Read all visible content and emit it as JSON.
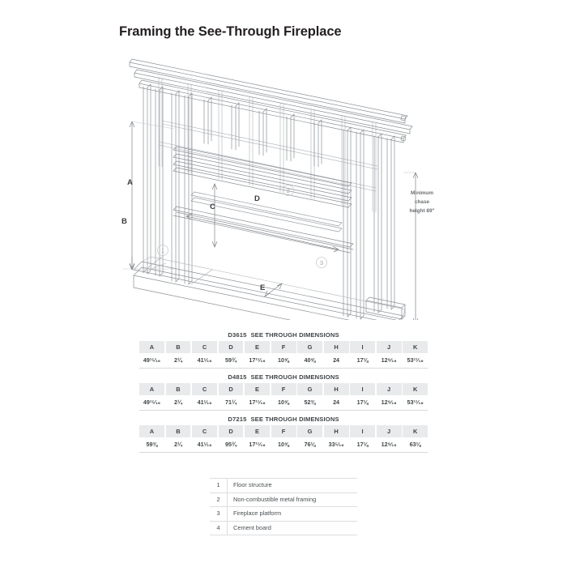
{
  "title": "Framing the See-Through Fireplace",
  "diagram": {
    "labels": {
      "a": "A",
      "b": "B",
      "c": "C",
      "d": "D",
      "e": "E"
    },
    "callouts": [
      {
        "num": "1"
      },
      {
        "num": "2"
      },
      {
        "num": "3"
      }
    ],
    "chase_note_line1": "Minimum",
    "chase_note_line2": "chase",
    "chase_note_line3": "height 89\""
  },
  "tables": [
    {
      "model": "D3615",
      "title": "SEE THROUGH DIMENSIONS",
      "columns": [
        "A",
        "B",
        "C",
        "D",
        "E",
        "F",
        "G",
        "H",
        "I",
        "J",
        "K"
      ],
      "values": [
        "49¹⁵⁄₁₆",
        "2¼",
        "41¹⁄₁₆",
        "59¾",
        "17¹¹⁄₁₆",
        "10⅝",
        "40⅝",
        "24",
        "17⅛",
        "12⁹⁄₁₆",
        "53¹¹⁄₁₆"
      ]
    },
    {
      "model": "D4815",
      "title": "SEE THROUGH DIMENSIONS",
      "columns": [
        "A",
        "B",
        "C",
        "D",
        "E",
        "F",
        "G",
        "H",
        "I",
        "J",
        "K"
      ],
      "values": [
        "49¹⁵⁄₁₆",
        "2¼",
        "41¹⁄₁₆",
        "71¼",
        "17¹¹⁄₁₆",
        "10⅝",
        "52⅜",
        "24",
        "17⅛",
        "12⁹⁄₁₆",
        "53¹¹⁄₁₆"
      ]
    },
    {
      "model": "D7215",
      "title": "SEE THROUGH DIMENSIONS",
      "columns": [
        "A",
        "B",
        "C",
        "D",
        "E",
        "F",
        "G",
        "H",
        "I",
        "J",
        "K"
      ],
      "values": [
        "59⅜",
        "2¼",
        "41¹⁄₁₆",
        "95¾",
        "17¹¹⁄₁₆",
        "10⅝",
        "76⅛",
        "33⁵⁄₁₆",
        "17⅛",
        "12⁹⁄₁₆",
        "63⅛"
      ]
    }
  ],
  "legend": [
    {
      "num": "1",
      "text": "Floor structure"
    },
    {
      "num": "2",
      "text": "Non-combustible metal framing"
    },
    {
      "num": "3",
      "text": "Fireplace platform"
    },
    {
      "num": "4",
      "text": "Cement board"
    }
  ],
  "colors": {
    "line": "#8c9196",
    "line_light": "#b9bec2",
    "header_bg": "#e9eaec",
    "text": "#3f4447",
    "title": "#231f20"
  }
}
